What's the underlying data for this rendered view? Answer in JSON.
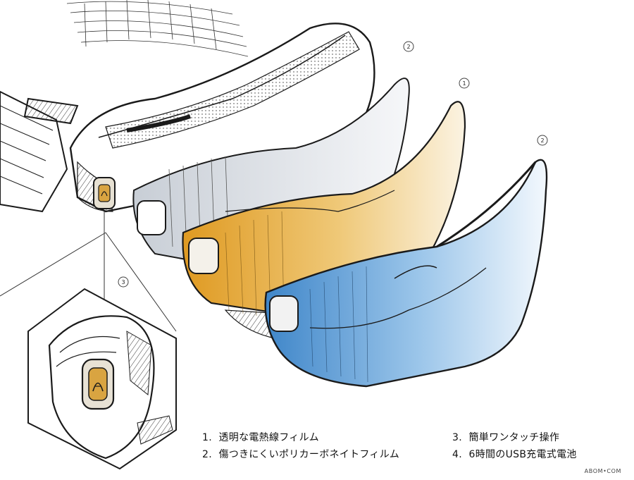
{
  "callouts": {
    "back_lens": "2",
    "mid_lens": "1",
    "front_lens": "2",
    "detail": "3"
  },
  "legend": [
    {
      "number": "1.",
      "text": "透明な電熱線フィルム"
    },
    {
      "number": "2.",
      "text": "傷つきにくいポリカーボネイトフィルム"
    },
    {
      "number": "3.",
      "text": "簡単ワンタッチ操作"
    },
    {
      "number": "4.",
      "text": "6時間のUSB充電式電池"
    }
  ],
  "credit": "ABOM•COM",
  "colors": {
    "ink": "#1a1a1a",
    "amber_lens": "#e3a73a",
    "blue_lens": "#5e9fd6",
    "clear_lens": "#d9dde2",
    "button": "#d9a441"
  }
}
